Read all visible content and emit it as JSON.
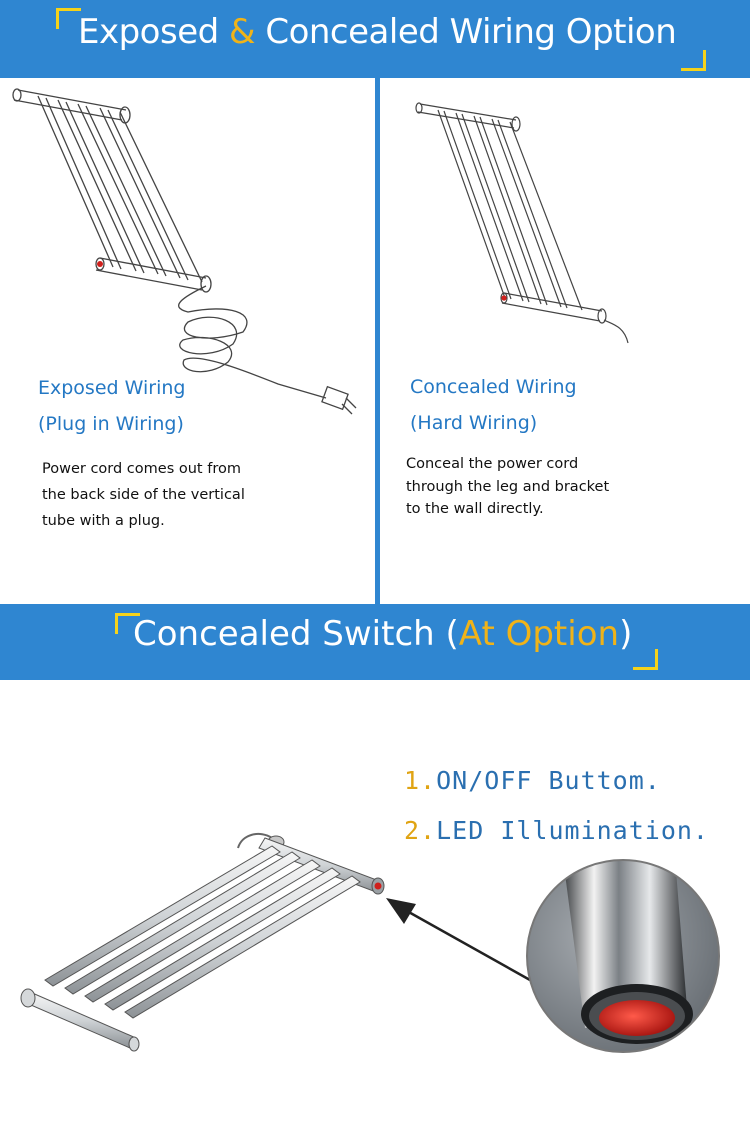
{
  "banner1": {
    "part1": "Exposed ",
    "amp": "&",
    "part2": " Concealed Wiring Option"
  },
  "left": {
    "heading1": "Exposed Wiring",
    "heading2": "(Plug in Wiring)",
    "desc1": "Power cord comes out from",
    "desc2": "the back side of the vertical",
    "desc3": "tube with a plug."
  },
  "right": {
    "heading1": "Concealed Wiring",
    "heading2": "(Hard Wiring)",
    "desc1": "Conceal the power cord",
    "desc2": "through the leg and bracket",
    "desc3": "to the wall directly."
  },
  "banner2": {
    "part1": "Concealed Switch (",
    "highlight": "At Option",
    "part2": ")"
  },
  "features": [
    {
      "num": "1.",
      "text": "ON/OFF Buttom."
    },
    {
      "num": "2.",
      "text": "LED Illumination."
    }
  ],
  "colors": {
    "banner": "#2f86d1",
    "accent": "#f0b318",
    "heading": "#2478c4",
    "led": "#d0201c"
  }
}
